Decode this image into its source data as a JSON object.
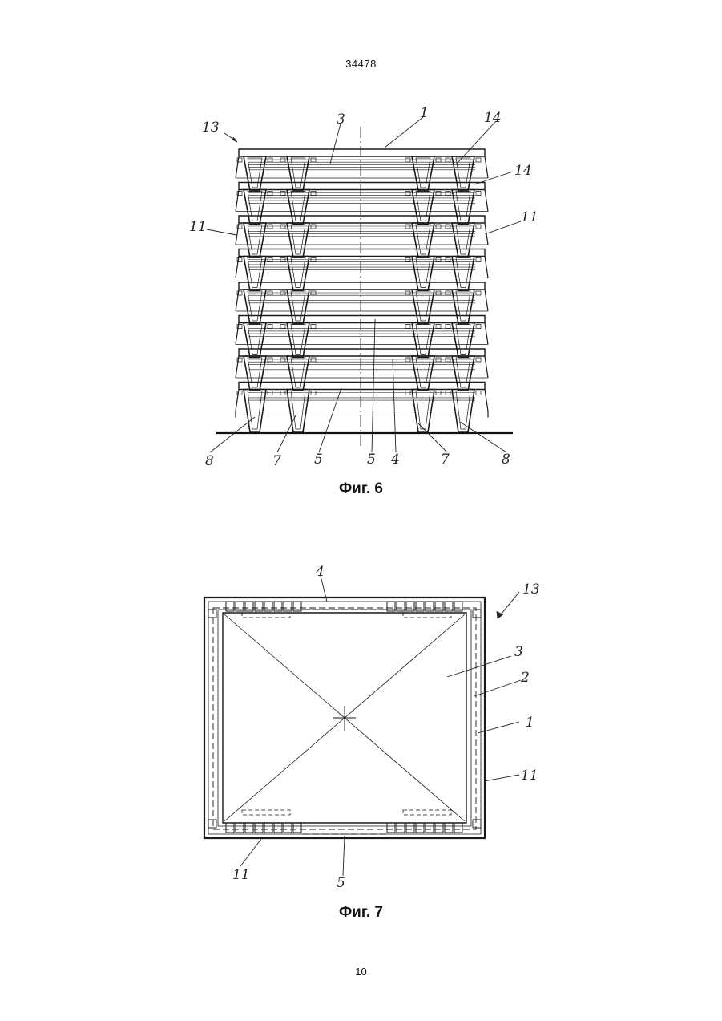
{
  "header": {
    "doc_number": "34478"
  },
  "figure6": {
    "caption": "Фиг. 6",
    "labels": {
      "l13": "13",
      "l3": "3",
      "l1": "1",
      "l14a": "14",
      "l14b": "14",
      "l11a": "11",
      "l11b": "11",
      "l8a": "8",
      "l7a": "7",
      "l5a": "5",
      "l5b": "5",
      "l4": "4",
      "l7b": "7",
      "l8b": "8"
    }
  },
  "figure7": {
    "caption": "Фиг. 7",
    "labels": {
      "l4": "4",
      "l13": "13",
      "l3": "3",
      "l2": "2",
      "l1": "1",
      "l11a": "11",
      "l11b": "11",
      "l5": "5"
    }
  },
  "footer": {
    "page_number": "10"
  }
}
